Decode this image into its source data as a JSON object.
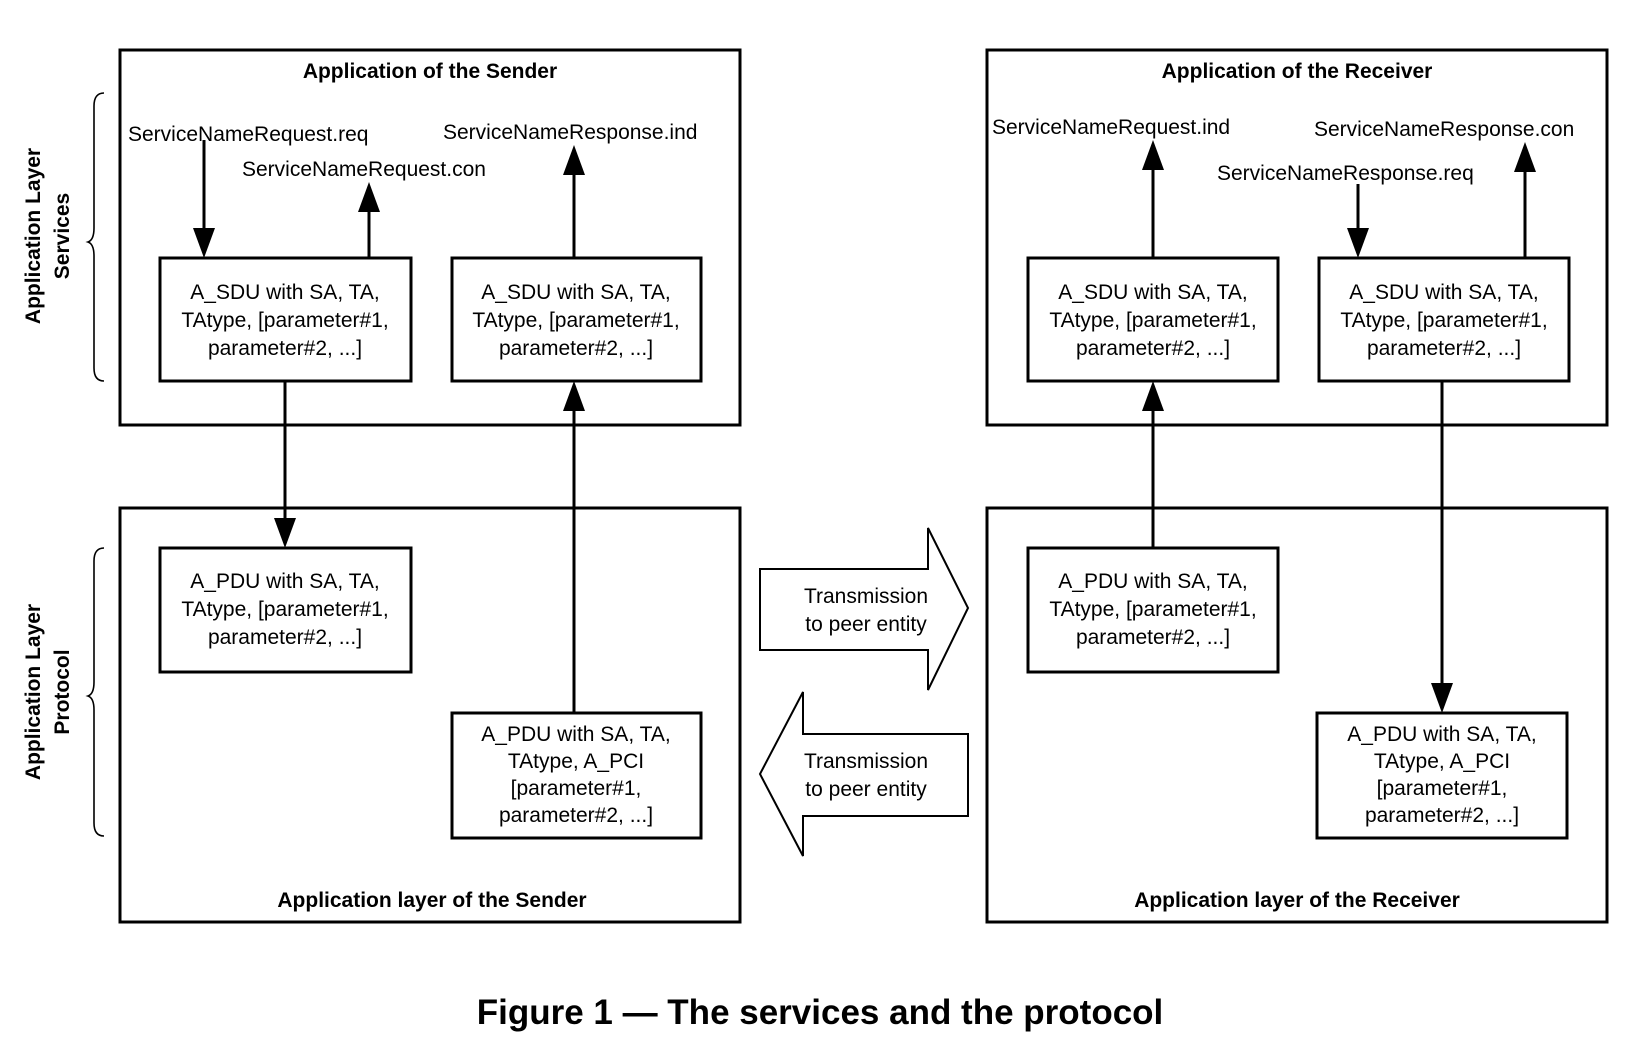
{
  "figure": {
    "caption": "Figure 1 — The services and the protocol"
  },
  "side_labels": {
    "services": [
      "Application Layer",
      "Services"
    ],
    "protocol": [
      "Application Layer",
      "Protocol"
    ]
  },
  "sender": {
    "application_title": "Application of the Sender",
    "layer_title": "Application layer of the Sender",
    "primitives": {
      "request_req": "ServiceNameRequest.req",
      "request_con": "ServiceNameRequest.con",
      "response_ind": "ServiceNameResponse.ind"
    },
    "sdu_left": [
      "A_SDU with SA, TA,",
      "TAtype, [parameter#1,",
      "parameter#2, ...]"
    ],
    "sdu_right": [
      "A_SDU with SA, TA,",
      "TAtype, [parameter#1,",
      "parameter#2, ...]"
    ],
    "pdu_left": [
      "A_PDU with SA, TA,",
      "TAtype, [parameter#1,",
      "parameter#2, ...]"
    ],
    "pdu_right": [
      "A_PDU with SA, TA,",
      "TAtype, A_PCI",
      "[parameter#1,",
      "parameter#2, ...]"
    ]
  },
  "receiver": {
    "application_title": "Application of the Receiver",
    "layer_title": "Application layer of the Receiver",
    "primitives": {
      "request_ind": "ServiceNameRequest.ind",
      "response_con": "ServiceNameResponse.con",
      "response_req": "ServiceNameResponse.req"
    },
    "sdu_left": [
      "A_SDU with SA, TA,",
      "TAtype, [parameter#1,",
      "parameter#2, ...]"
    ],
    "sdu_right": [
      "A_SDU with SA, TA,",
      "TAtype, [parameter#1,",
      "parameter#2, ...]"
    ],
    "pdu_left": [
      "A_PDU with SA, TA,",
      "TAtype, [parameter#1,",
      "parameter#2, ...]"
    ],
    "pdu_right": [
      "A_PDU with SA, TA,",
      "TAtype, A_PCI",
      "[parameter#1,",
      "parameter#2, ...]"
    ]
  },
  "transmission": {
    "forward": [
      "Transmission",
      "to peer entity"
    ],
    "backward": [
      "Transmission",
      "to peer entity"
    ]
  }
}
